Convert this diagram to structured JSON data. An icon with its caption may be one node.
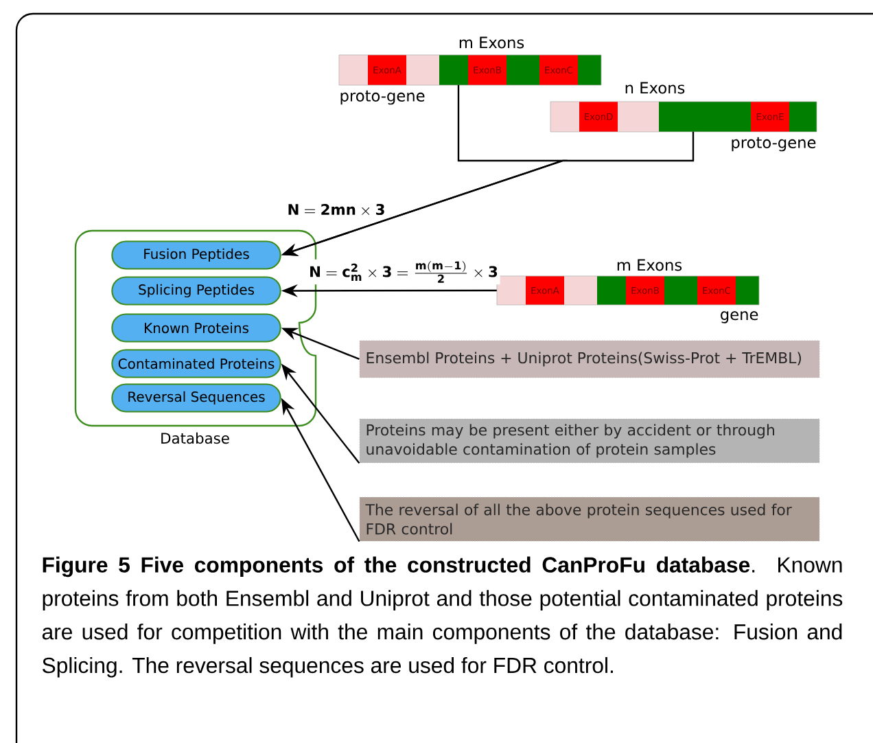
{
  "diagram": {
    "caption": "**Figure 5 Five components of the constructed CanProFu database**. Known proteins from both Ensembl and Uniprot and those potential contaminated proteins are used for competition with the main components of the database: Fusion and Splicing. The reversal sequences are used for FDR control.",
    "nodes": [
      {
        "text": [
          "Database"
        ]
      },
      {
        "text": [
          "Fusion Peptides"
        ],
        "in": 0
      },
      {
        "text": [
          "Splicing Peptides"
        ],
        "in": 0
      },
      {
        "text": [
          "Known Proteins"
        ],
        "in": 0
      },
      {
        "text": [
          "Contaminated Proteins"
        ],
        "in": 0
      },
      {
        "text": [
          "Reversal Sequences"
        ],
        "in": 0
      },
      {
        "text": [
          "m Exons",
          "ExonA",
          "ExonB",
          "ExonC",
          "proto-gene"
        ]
      },
      {
        "text": [
          "n Exons",
          "ExonD",
          "ExonE",
          "proto-gene"
        ]
      },
      {
        "text": [
          "m Exons",
          "ExonA",
          "ExonB",
          "ExonC",
          "gene"
        ]
      },
      {
        "text": [
          "Ensembl Proteins + Uniprot Proteins(Swiss-Prot + TrEMBL)"
        ]
      },
      {
        "text": [
          "Proteins may be present either by accident or through unavoidable contamination of protein samples"
        ]
      },
      {
        "text": [
          "The reversal of all the above protein sequences used for FDR control"
        ]
      }
    ],
    "edges": [
      {
        "from": 6,
        "to": 1,
        "arrow": "to",
        "label": "\\mathbf{N = 2mn \\times 3}"
      },
      {
        "from": 7,
        "to": 1,
        "arrow": "to"
      },
      {
        "from": 8,
        "to": 2,
        "arrow": "to",
        "label": "\\mathbf{N = c_m^2 \\times 3 = \\frac{m(m-1)}{2} \\times 3}"
      },
      {
        "from": 9,
        "to": 3,
        "arrow": "to"
      },
      {
        "from": 10,
        "to": 4,
        "arrow": "to"
      },
      {
        "from": 11,
        "to": 5,
        "arrow": "to"
      }
    ]
  }
}
